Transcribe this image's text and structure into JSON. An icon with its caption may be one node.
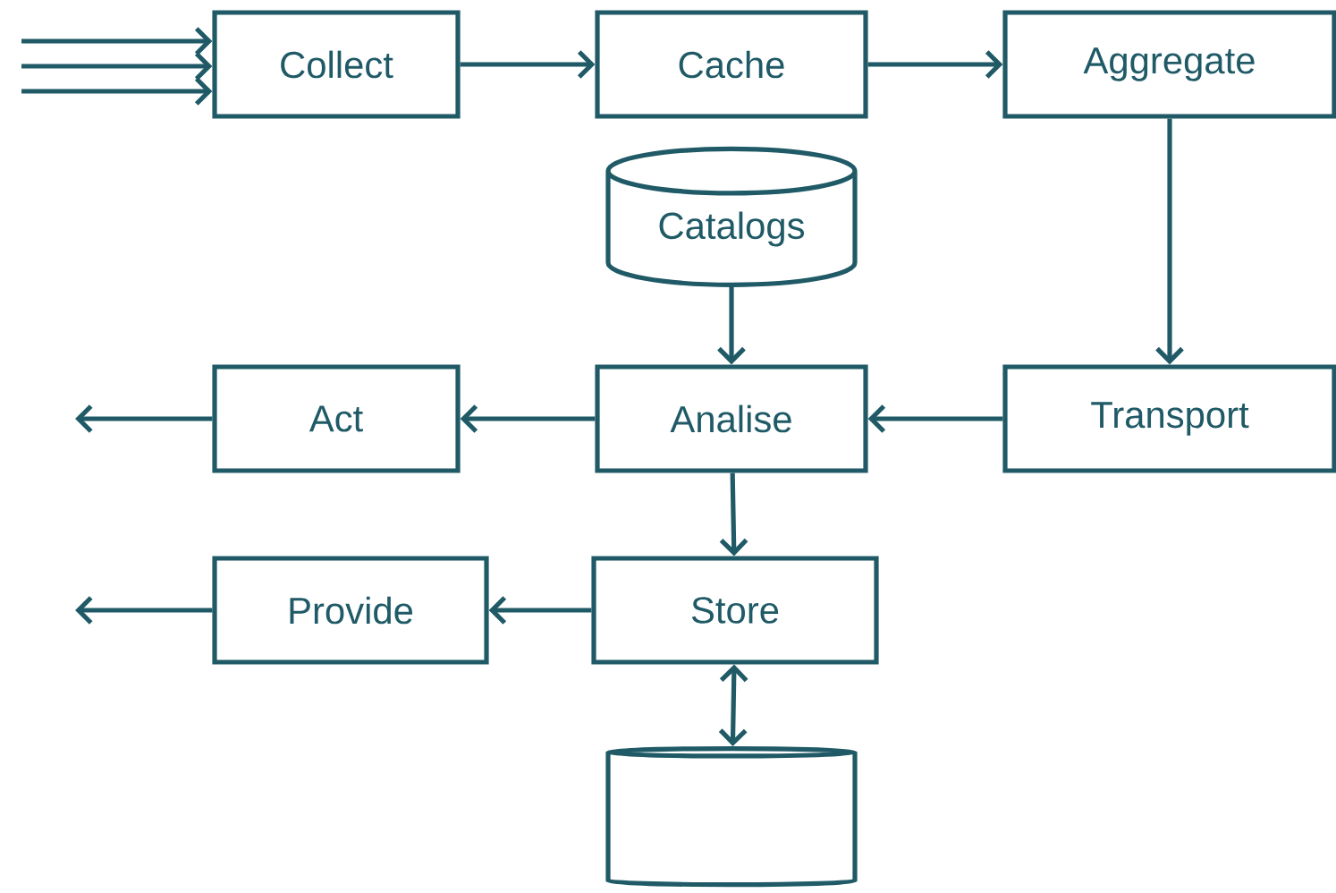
{
  "diagram": {
    "nodes": [
      {
        "text": [
          "Collect"
        ]
      },
      {
        "text": [
          "Cache"
        ]
      },
      {
        "text": [
          "Aggregate"
        ]
      },
      {
        "text": [
          "Catalogs"
        ]
      },
      {
        "text": [
          "Analise"
        ]
      },
      {
        "text": [
          "Transport"
        ]
      },
      {
        "text": [
          "Act"
        ]
      },
      {
        "text": [
          "Store"
        ]
      },
      {
        "text": [
          "Provide"
        ]
      },
      {
        "text": [],
        "shape": "cylinder"
      }
    ],
    "edges": [
      {
        "from": null,
        "to": 0,
        "arrow": "to"
      },
      {
        "from": null,
        "to": 0,
        "arrow": "to"
      },
      {
        "from": null,
        "to": 0,
        "arrow": "to"
      },
      {
        "from": 0,
        "to": 1,
        "arrow": "to"
      },
      {
        "from": 1,
        "to": 2,
        "arrow": "to"
      },
      {
        "from": 2,
        "to": 5,
        "arrow": "to"
      },
      {
        "from": 5,
        "to": 4,
        "arrow": "to"
      },
      {
        "from": 3,
        "to": 4,
        "arrow": "to"
      },
      {
        "from": 4,
        "to": 6,
        "arrow": "to"
      },
      {
        "from": 6,
        "to": null,
        "arrow": "to"
      },
      {
        "from": 4,
        "to": 7,
        "arrow": "to"
      },
      {
        "from": 7,
        "to": 8,
        "arrow": "to"
      },
      {
        "from": 8,
        "to": null,
        "arrow": "to"
      },
      {
        "from": 7,
        "to": 9,
        "arrow": "both"
      }
    ]
  }
}
